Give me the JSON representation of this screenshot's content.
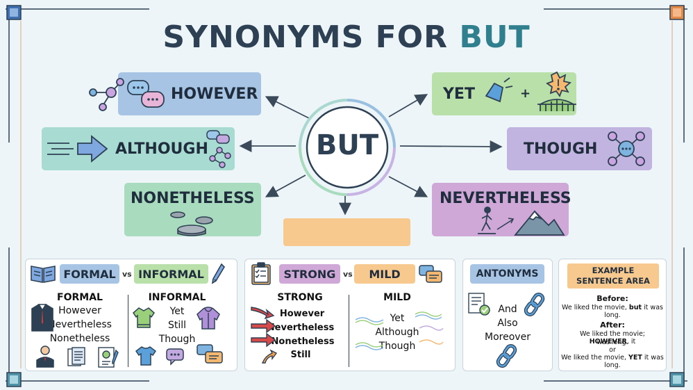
{
  "title": {
    "main": "SYNONYMS FOR ",
    "accent": "BUT"
  },
  "center": {
    "label": "BUT"
  },
  "synonyms": {
    "however": "HOWEVER",
    "yet": "YET",
    "although": "ALTHOUGH",
    "though": "THOUGH",
    "nonetheless": "NONETHELESS",
    "nevertheless": "NEVERTHELESS",
    "yet_plus": "+"
  },
  "colors": {
    "blue": "#a7c4e4",
    "green": "#b9e0a9",
    "teal": "#a8dcd3",
    "purple": "#c2b4e0",
    "mint": "#a9dcbe",
    "mauve": "#cfa8d8",
    "orange": "#f7c98e",
    "accent": "#2f7f8f"
  },
  "formal_panel": {
    "formal_tag": "FORMAL",
    "vs": "vs",
    "informal_tag": "INFORMAL",
    "formal_header": "FORMAL",
    "formal_words": [
      "However",
      "Nevertheless",
      "Nonetheless"
    ],
    "informal_header": "INFORMAL",
    "informal_words": [
      "Yet",
      "Still",
      "Though"
    ]
  },
  "strength_panel": {
    "strong_tag": "STRONG",
    "vs": "vs",
    "mild_tag": "MILD",
    "strong_header": "STRONG",
    "strong_words": [
      "However",
      "Nevertheless",
      "Nonetheless",
      "Still"
    ],
    "mild_header": "MILD",
    "mild_words": [
      "Yet",
      "Although",
      "Though"
    ]
  },
  "antonyms_panel": {
    "tag": "ANTONYMS",
    "words": [
      "And",
      "Also",
      "Moreover"
    ]
  },
  "example_panel": {
    "tag_line1": "EXAMPLE",
    "tag_line2": "SENTENCE AREA",
    "before_label": "Before:",
    "before_pre": "We liked the movie, ",
    "before_bold": "but",
    "before_post": " it was long.",
    "after_label": "After:",
    "after1_pre": "We liked the movie; ",
    "after1_bold": "HOWEVER",
    "after1_post": ", it",
    "after1_line2": "was long.",
    "or": "or",
    "after2_pre": "We liked the movie, ",
    "after2_bold": "YET",
    "after2_post": " it was long."
  }
}
